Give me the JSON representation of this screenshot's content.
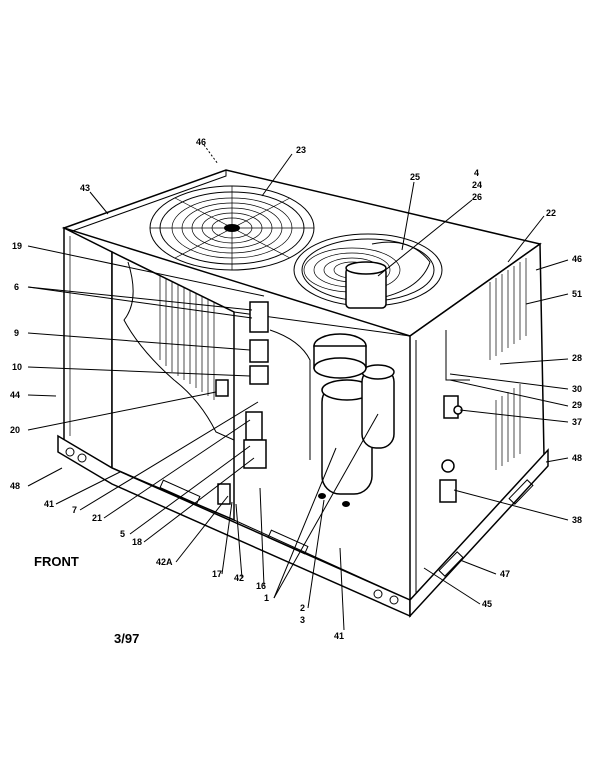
{
  "labels": {
    "front": "FRONT",
    "date": "3/97"
  },
  "parts": [
    {
      "id": "46_top",
      "text": "46"
    },
    {
      "id": "23",
      "text": "23"
    },
    {
      "id": "43",
      "text": "43"
    },
    {
      "id": "25",
      "text": "25"
    },
    {
      "id": "4",
      "text": "4"
    },
    {
      "id": "24",
      "text": "24"
    },
    {
      "id": "26",
      "text": "26"
    },
    {
      "id": "22",
      "text": "22"
    },
    {
      "id": "19",
      "text": "19"
    },
    {
      "id": "46_right",
      "text": "46"
    },
    {
      "id": "6",
      "text": "6"
    },
    {
      "id": "51",
      "text": "51"
    },
    {
      "id": "9",
      "text": "9"
    },
    {
      "id": "28",
      "text": "28"
    },
    {
      "id": "10",
      "text": "10"
    },
    {
      "id": "30",
      "text": "30"
    },
    {
      "id": "44",
      "text": "44"
    },
    {
      "id": "29",
      "text": "29"
    },
    {
      "id": "20",
      "text": "20"
    },
    {
      "id": "37",
      "text": "37"
    },
    {
      "id": "48_right",
      "text": "48"
    },
    {
      "id": "48_left",
      "text": "48"
    },
    {
      "id": "41_left",
      "text": "41"
    },
    {
      "id": "7",
      "text": "7"
    },
    {
      "id": "21",
      "text": "21"
    },
    {
      "id": "38",
      "text": "38"
    },
    {
      "id": "5",
      "text": "5"
    },
    {
      "id": "18",
      "text": "18"
    },
    {
      "id": "42A",
      "text": "42A"
    },
    {
      "id": "47",
      "text": "47"
    },
    {
      "id": "17",
      "text": "17"
    },
    {
      "id": "42",
      "text": "42"
    },
    {
      "id": "16",
      "text": "16"
    },
    {
      "id": "1",
      "text": "1"
    },
    {
      "id": "2",
      "text": "2"
    },
    {
      "id": "3",
      "text": "3"
    },
    {
      "id": "45",
      "text": "45"
    },
    {
      "id": "41_bottom",
      "text": "41"
    }
  ]
}
